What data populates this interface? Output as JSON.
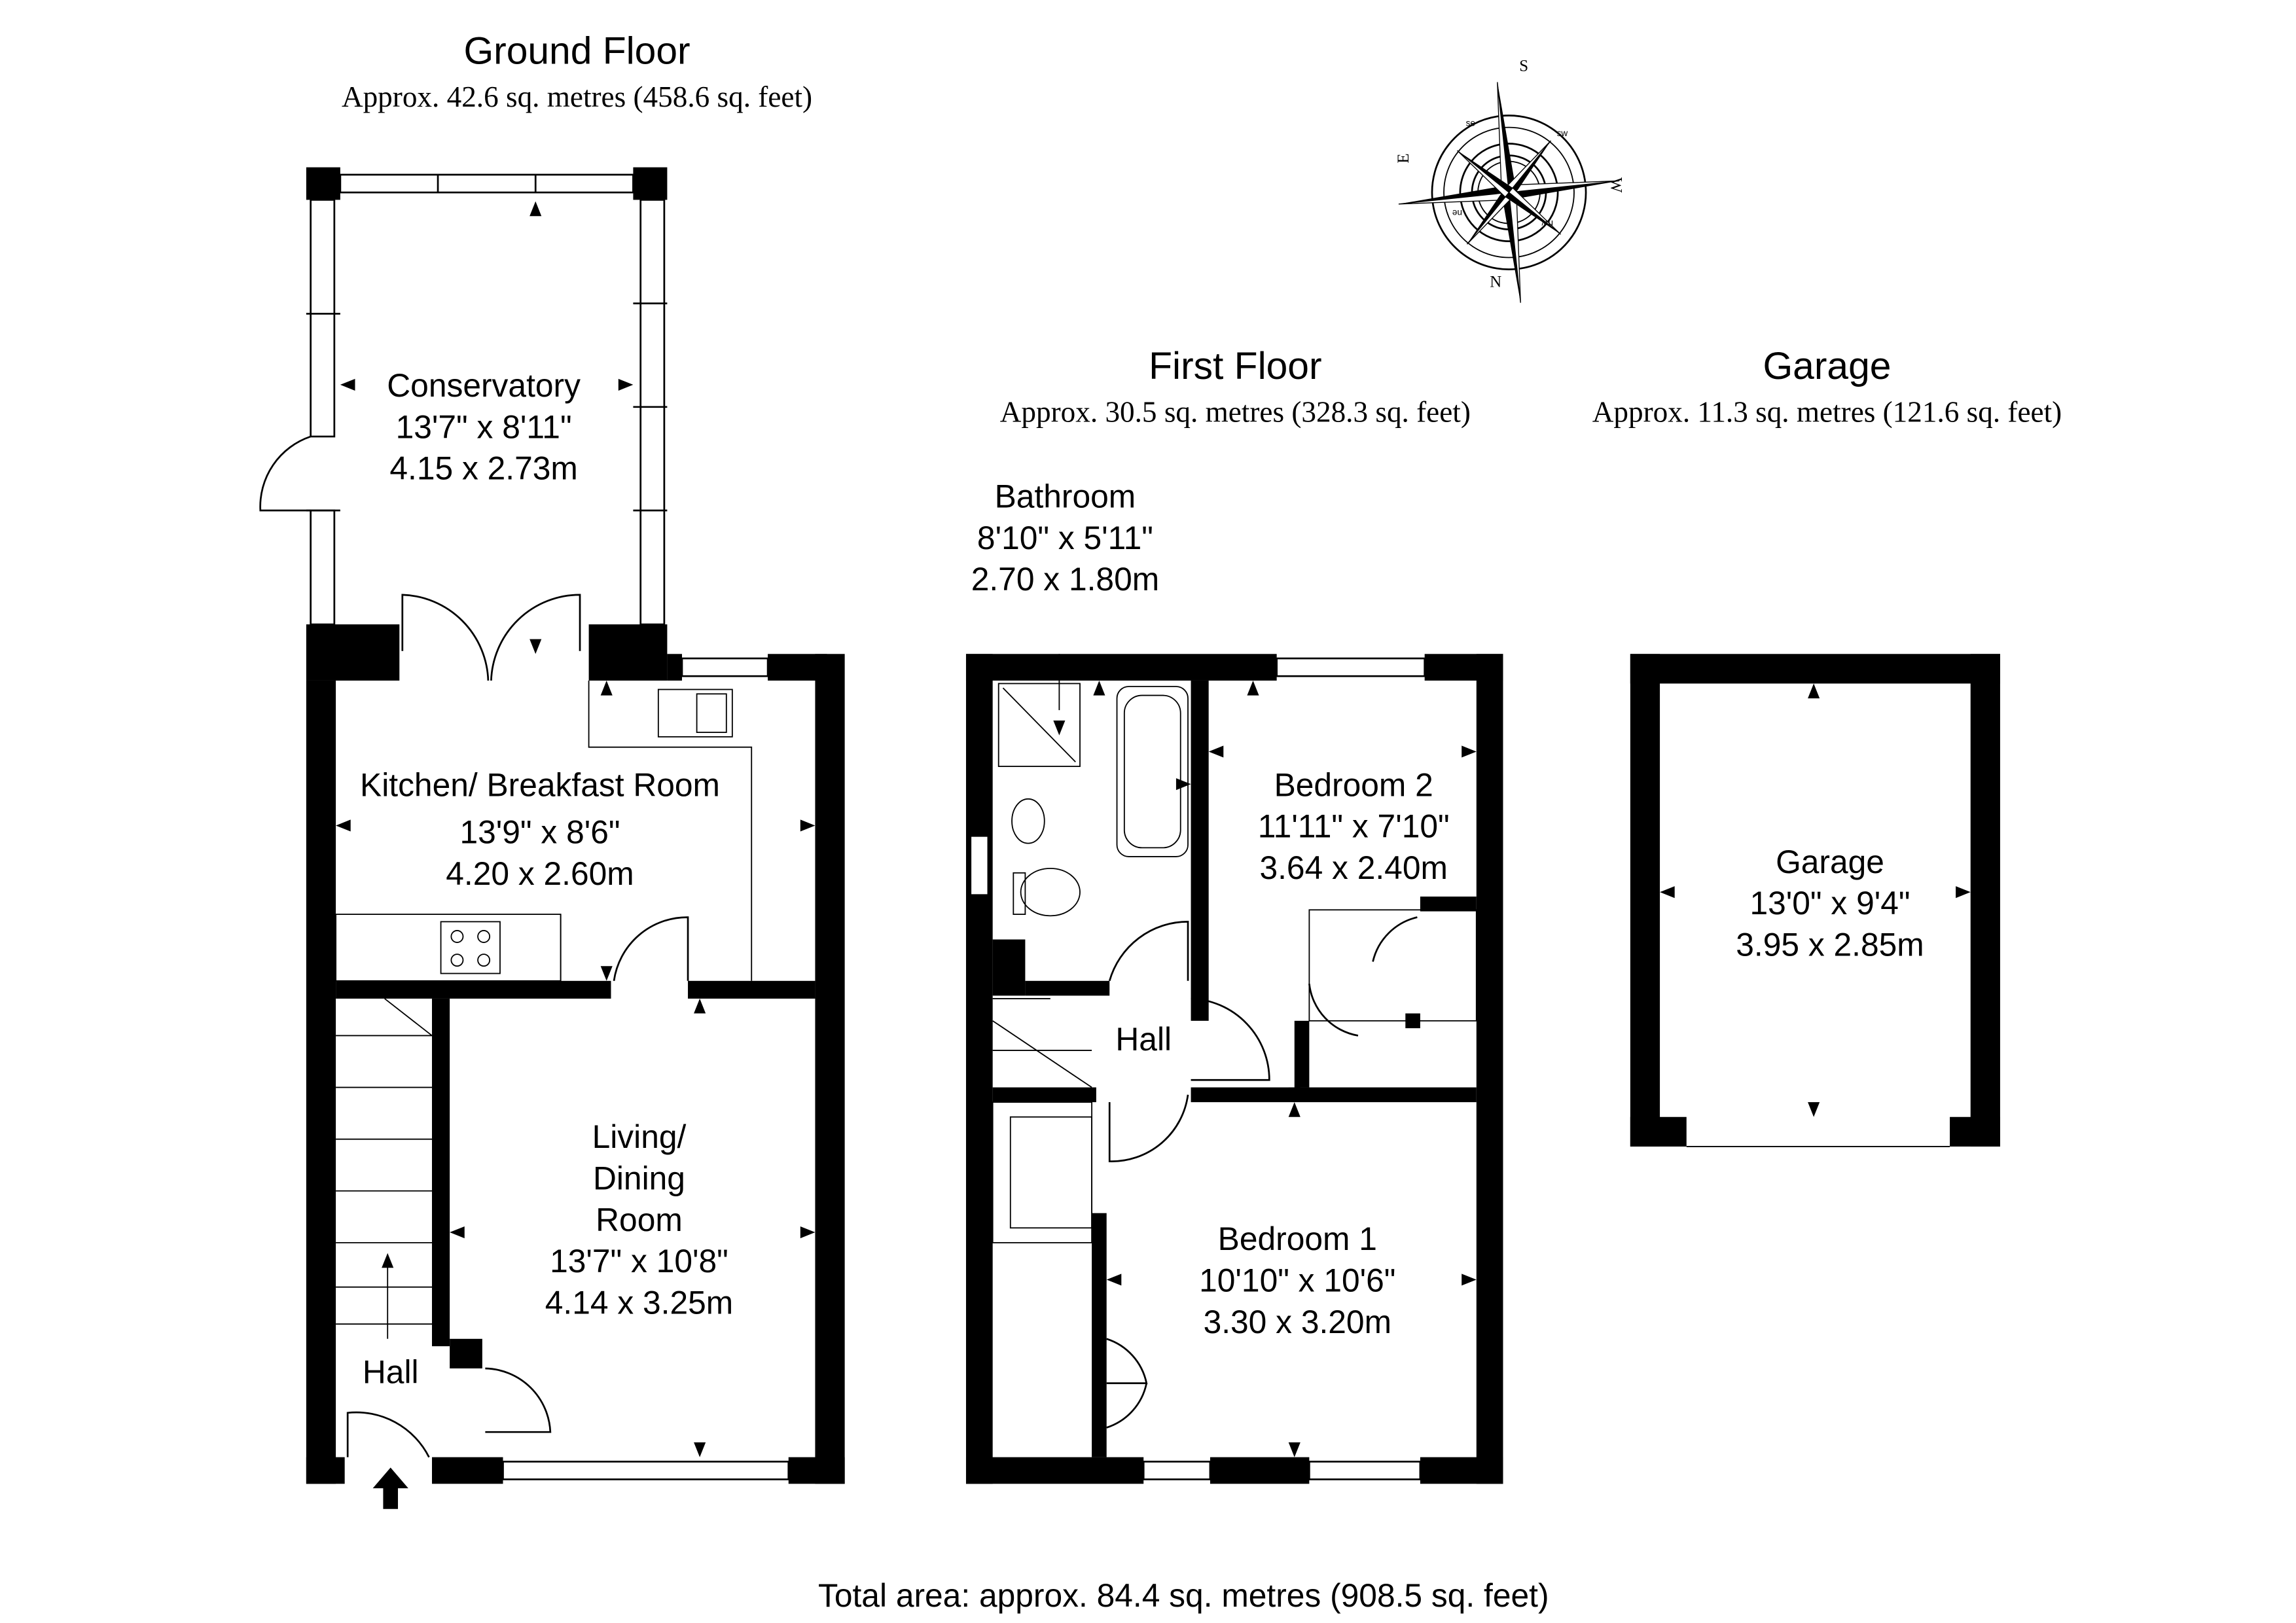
{
  "ground_floor": {
    "title": "Ground Floor",
    "area": "Approx. 42.6 sq. metres (458.6 sq. feet)",
    "rooms": [
      {
        "name": "Conservatory",
        "imperial": "13'7\" x 8'11\"",
        "metric": "4.15 x 2.73m"
      },
      {
        "name": "Kitchen/ Breakfast Room",
        "imperial": "13'9\" x 8'6\"",
        "metric": "4.20 x 2.60m"
      },
      {
        "name_lines": [
          "Living/",
          "Dining",
          "Room"
        ],
        "imperial": "13'7\" x 10'8\"",
        "metric": "4.14 x 3.25m"
      },
      {
        "name": "Hall"
      }
    ]
  },
  "first_floor": {
    "title": "First Floor",
    "area": "Approx. 30.5 sq. metres (328.3 sq. feet)",
    "rooms": [
      {
        "name": "Bathroom",
        "imperial": "8'10\" x 5'11\"",
        "metric": "2.70 x 1.80m"
      },
      {
        "name": "Bedroom 2",
        "imperial": "11'11\" x 7'10\"",
        "metric": "3.64 x 2.40m"
      },
      {
        "name": "Hall"
      },
      {
        "name": "Bedroom 1",
        "imperial": "10'10\" x 10'6\"",
        "metric": "3.30 x 3.20m"
      }
    ]
  },
  "garage": {
    "title": "Garage",
    "area": "Approx. 11.3 sq. metres (121.6 sq. feet)",
    "rooms": [
      {
        "name": "Garage",
        "imperial": "13'0\" x 9'4\"",
        "metric": "3.95 x 2.85m"
      }
    ]
  },
  "compass": {
    "n": "N",
    "s": "S",
    "e": "E",
    "w": "W",
    "ne": "ne",
    "nw": "nw",
    "se": "se",
    "sw": "sw"
  },
  "total_area": "Total area: approx. 84.4 sq. metres (908.5 sq. feet)"
}
